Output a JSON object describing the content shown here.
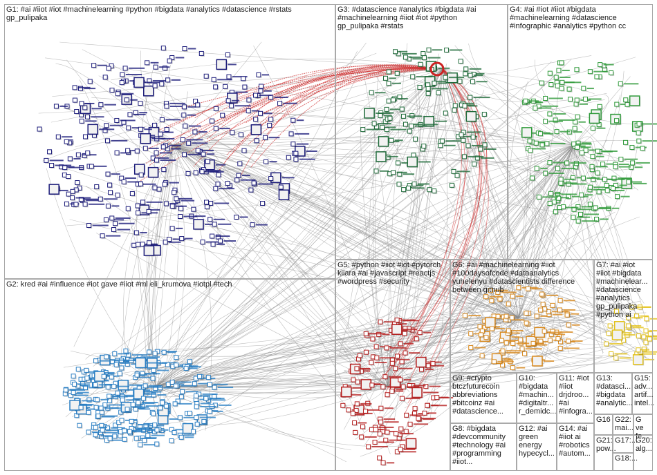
{
  "title": "NodeXL group network graph",
  "colors": {
    "edge": "#8c8c8c",
    "edge_highlight": "#cc2222",
    "group_border": "#a9a9a9",
    "g1": "#1c1c7a",
    "g2": "#2b7fc4",
    "g3": "#1f6b3a",
    "g4": "#2f9a3a",
    "g5": "#b51f1f",
    "g6": "#d98a1e",
    "g7": "#e3c21a"
  },
  "groups": [
    {
      "id": "g1",
      "label": "G1: #ai #iiot #iot #machinelearning #python #bigdata #analytics #datascience #rstats\ngp_pulipaka"
    },
    {
      "id": "g2",
      "label": "G2: kred #ai #influence #iot gave #iiot #ml eli_krumova #iotpl #tech"
    },
    {
      "id": "g3",
      "label": "G3: #datascience #analytics #bigdata #ai\n#machinelearning #iiot #iot #python\ngp_pulipaka #rstats"
    },
    {
      "id": "g4",
      "label": "G4: #ai #iot #iiot #bigdata\n#machinelearning #datascience\n#infographic #analytics #python cc"
    },
    {
      "id": "g5",
      "label": "G5: #python #iiot #iot #pytorch\nkiiara #ai #javascript #reactjs\n#wordpress #security"
    },
    {
      "id": "g6",
      "label": "G6: #ai #machinelearning #iiot\n#100daysofcode #dataanalytics\nyuhelenyu #datascientists difference\nbetween github"
    },
    {
      "id": "g7",
      "label": "G7: #ai #iot\n#iiot #bigdata\n#machinelear...\n#datascience\n#analytics\ngp_pulipaka\n#python ai"
    },
    {
      "id": "g8",
      "label": "G8: #bigdata\n#devcommunity\n#technology #ai\n#programming\n#iiot..."
    },
    {
      "id": "g9",
      "label": "G9: #crypto\nbtczfuturecoin\nabbreviations\n#bitcoinz #ai\n#datascience..."
    },
    {
      "id": "g10",
      "label": "G10:\n#bigdata\n#machin...\n#digitaltr...\nr_demidc..."
    },
    {
      "id": "g11",
      "label": "G11: #iot\n#iiot\ndrjdroo...\n#ai\n#infogra..."
    },
    {
      "id": "g12",
      "label": "G12: #ai\ngreen\nenergy\nhypecycl..."
    },
    {
      "id": "g13",
      "label": "G13:\n#datasci...\n#bigdata\n#analytic..."
    },
    {
      "id": "g14",
      "label": "G14: #ai\n#iiot ai\n#robotics\n#autom..."
    },
    {
      "id": "g15",
      "label": "G15:\nadv...\nartif...\nintel..."
    },
    {
      "id": "g16",
      "label": "G16"
    },
    {
      "id": "g17",
      "label": "G17:..."
    },
    {
      "id": "g18",
      "label": "G18:..."
    },
    {
      "id": "g20",
      "label": "G20:\nalg..."
    },
    {
      "id": "g21",
      "label": "G21:\npow..."
    },
    {
      "id": "g22",
      "label": "G22:\nmai..."
    },
    {
      "id": "g19",
      "label": "G\nve\nfe..."
    }
  ]
}
